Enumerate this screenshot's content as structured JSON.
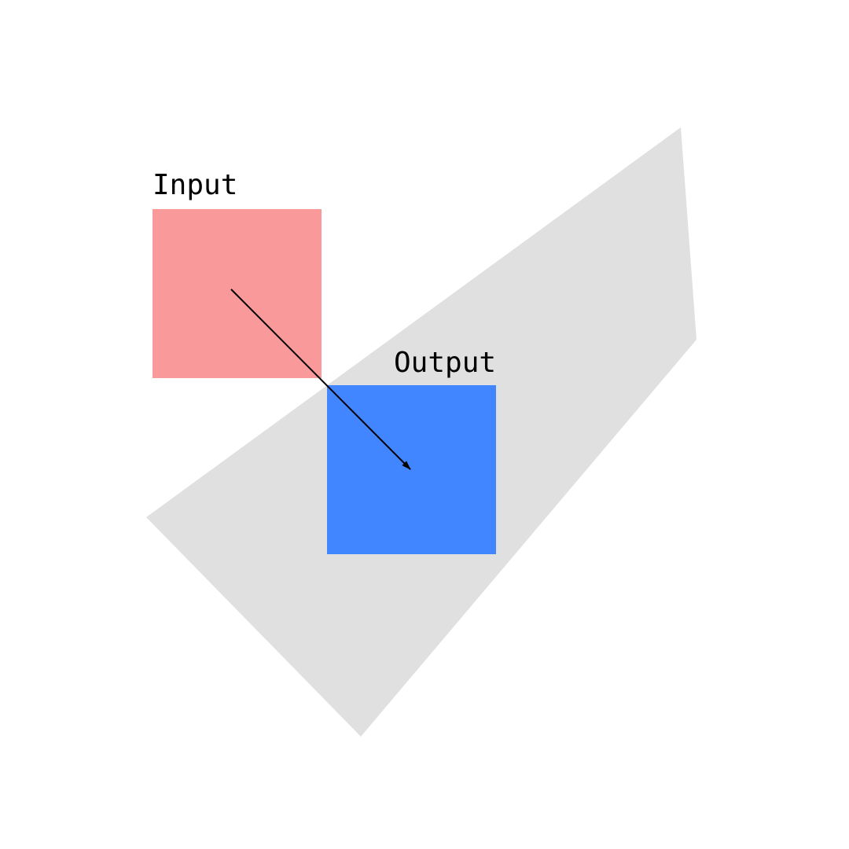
{
  "diagram": {
    "input_box": {
      "label": "Input",
      "color": "#f99999"
    },
    "output_box": {
      "label": "Output",
      "color": "#4286ff"
    },
    "region": {
      "color": "#e0e0e0"
    },
    "arrow": {
      "color": "#000000",
      "from": "input_box",
      "to": "output_box"
    }
  }
}
